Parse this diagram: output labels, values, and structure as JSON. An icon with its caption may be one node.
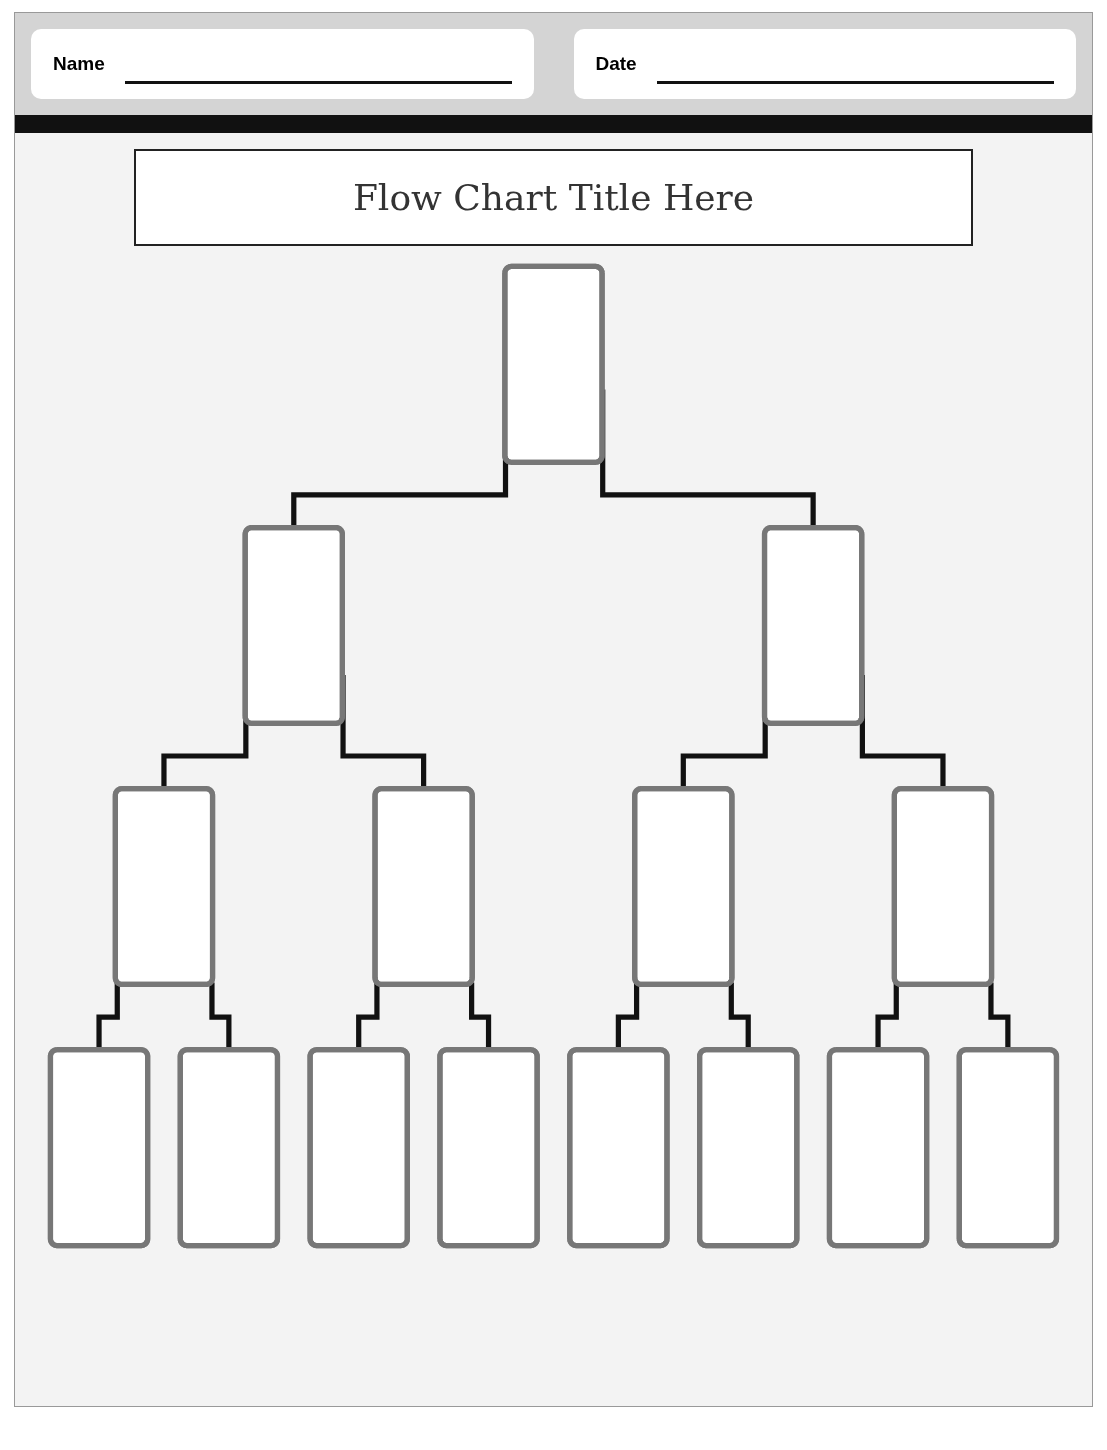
{
  "diagram": {
    "title": "Flow Chart Title Here",
    "nodes": [
      {
        "text": [],
        "shape": "box"
      },
      {
        "text": [],
        "shape": "box"
      },
      {
        "text": [],
        "shape": "box"
      },
      {
        "text": [],
        "shape": "box"
      },
      {
        "text": [],
        "shape": "box"
      },
      {
        "text": [],
        "shape": "box"
      },
      {
        "text": [],
        "shape": "box"
      },
      {
        "text": [],
        "shape": "box"
      },
      {
        "text": [],
        "shape": "box"
      },
      {
        "text": [],
        "shape": "box"
      },
      {
        "text": [],
        "shape": "box"
      },
      {
        "text": [],
        "shape": "box"
      },
      {
        "text": [],
        "shape": "box"
      },
      {
        "text": [],
        "shape": "box"
      },
      {
        "text": [],
        "shape": "box"
      }
    ],
    "edges": [
      {
        "from": 0,
        "to": 1,
        "arrow": "none"
      },
      {
        "from": 0,
        "to": 2,
        "arrow": "none"
      },
      {
        "from": 1,
        "to": 3,
        "arrow": "none"
      },
      {
        "from": 1,
        "to": 4,
        "arrow": "none"
      },
      {
        "from": 2,
        "to": 5,
        "arrow": "none"
      },
      {
        "from": 2,
        "to": 6,
        "arrow": "none"
      },
      {
        "from": 3,
        "to": 7,
        "arrow": "none"
      },
      {
        "from": 3,
        "to": 8,
        "arrow": "none"
      },
      {
        "from": 4,
        "to": 9,
        "arrow": "none"
      },
      {
        "from": 4,
        "to": 10,
        "arrow": "none"
      },
      {
        "from": 5,
        "to": 11,
        "arrow": "none"
      },
      {
        "from": 5,
        "to": 12,
        "arrow": "none"
      },
      {
        "from": 6,
        "to": 13,
        "arrow": "none"
      },
      {
        "from": 6,
        "to": 14,
        "arrow": "none"
      }
    ],
    "labels": [
      "Name",
      "Date"
    ]
  }
}
